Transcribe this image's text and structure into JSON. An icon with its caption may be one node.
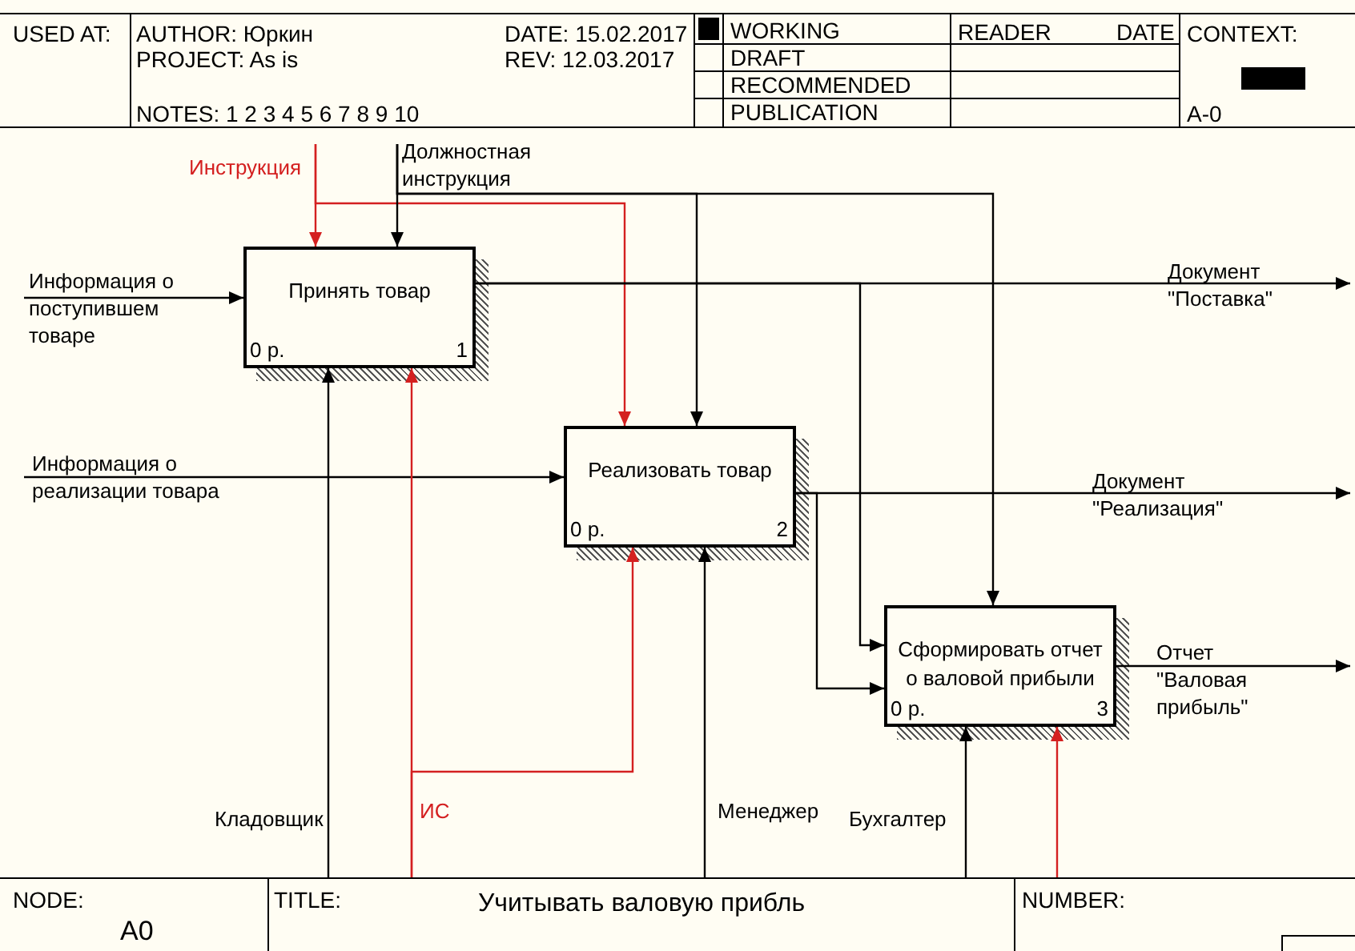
{
  "diagram": {
    "title": "Учитывать  валовую прибль",
    "nodes": [
      {
        "text": [
          "Принять товар",
          "0 р.",
          "1"
        ]
      },
      {
        "text": [
          "Реализовать товар",
          "0 р.",
          "2"
        ]
      },
      {
        "text": [
          "Сформировать отчет о валовой прибыли",
          "0 р.",
          "3"
        ]
      }
    ],
    "edges": [
      {
        "from": null,
        "to": 0,
        "arrow": "to",
        "label": "Инструкция",
        "color": "#d42020"
      },
      {
        "from": null,
        "to": 1,
        "arrow": "to",
        "color": "#d42020"
      },
      {
        "from": null,
        "to": 0,
        "arrow": "to",
        "label": "Должностная инструкция"
      },
      {
        "from": null,
        "to": 1,
        "arrow": "to"
      },
      {
        "from": null,
        "to": 2,
        "arrow": "to"
      },
      {
        "from": null,
        "to": 0,
        "arrow": "to",
        "label": "Информация о поступившем товаре"
      },
      {
        "from": null,
        "to": 1,
        "arrow": "to",
        "label": "Информация о реализации товара"
      },
      {
        "from": 0,
        "to": null,
        "arrow": "to",
        "label": "Документ \"Поставка\""
      },
      {
        "from": 0,
        "to": 2,
        "arrow": "to"
      },
      {
        "from": 1,
        "to": null,
        "arrow": "to",
        "label": "Документ \"Реализация\""
      },
      {
        "from": 1,
        "to": 2,
        "arrow": "to"
      },
      {
        "from": 2,
        "to": null,
        "arrow": "to",
        "label": "Отчет \"Валовая прибыль\""
      },
      {
        "from": null,
        "to": 0,
        "arrow": "to",
        "label": "Кладовщик"
      },
      {
        "from": null,
        "to": 0,
        "arrow": "to",
        "label": "ИС",
        "color": "#d42020"
      },
      {
        "from": null,
        "to": 1,
        "arrow": "to",
        "color": "#d42020"
      },
      {
        "from": null,
        "to": 1,
        "arrow": "to",
        "label": "Менеджер"
      },
      {
        "from": null,
        "to": 2,
        "arrow": "to",
        "label": "Бухгалтер"
      },
      {
        "from": null,
        "to": 2,
        "arrow": "to",
        "color": "#d42020"
      }
    ],
    "labels": [
      "USED AT:",
      "AUTHOR: Юркин",
      "PROJECT: As is",
      "NOTES: 1 2 3 4 5 6 7 8 9 10",
      "DATE: 15.02.2017",
      "REV: 12.03.2017",
      "WORKING",
      "DRAFT",
      "RECOMMENDED",
      "PUBLICATION",
      "READER",
      "DATE",
      "CONTEXT:",
      "A-0",
      "NODE:",
      "A0",
      "TITLE:",
      "NUMBER:"
    ]
  }
}
